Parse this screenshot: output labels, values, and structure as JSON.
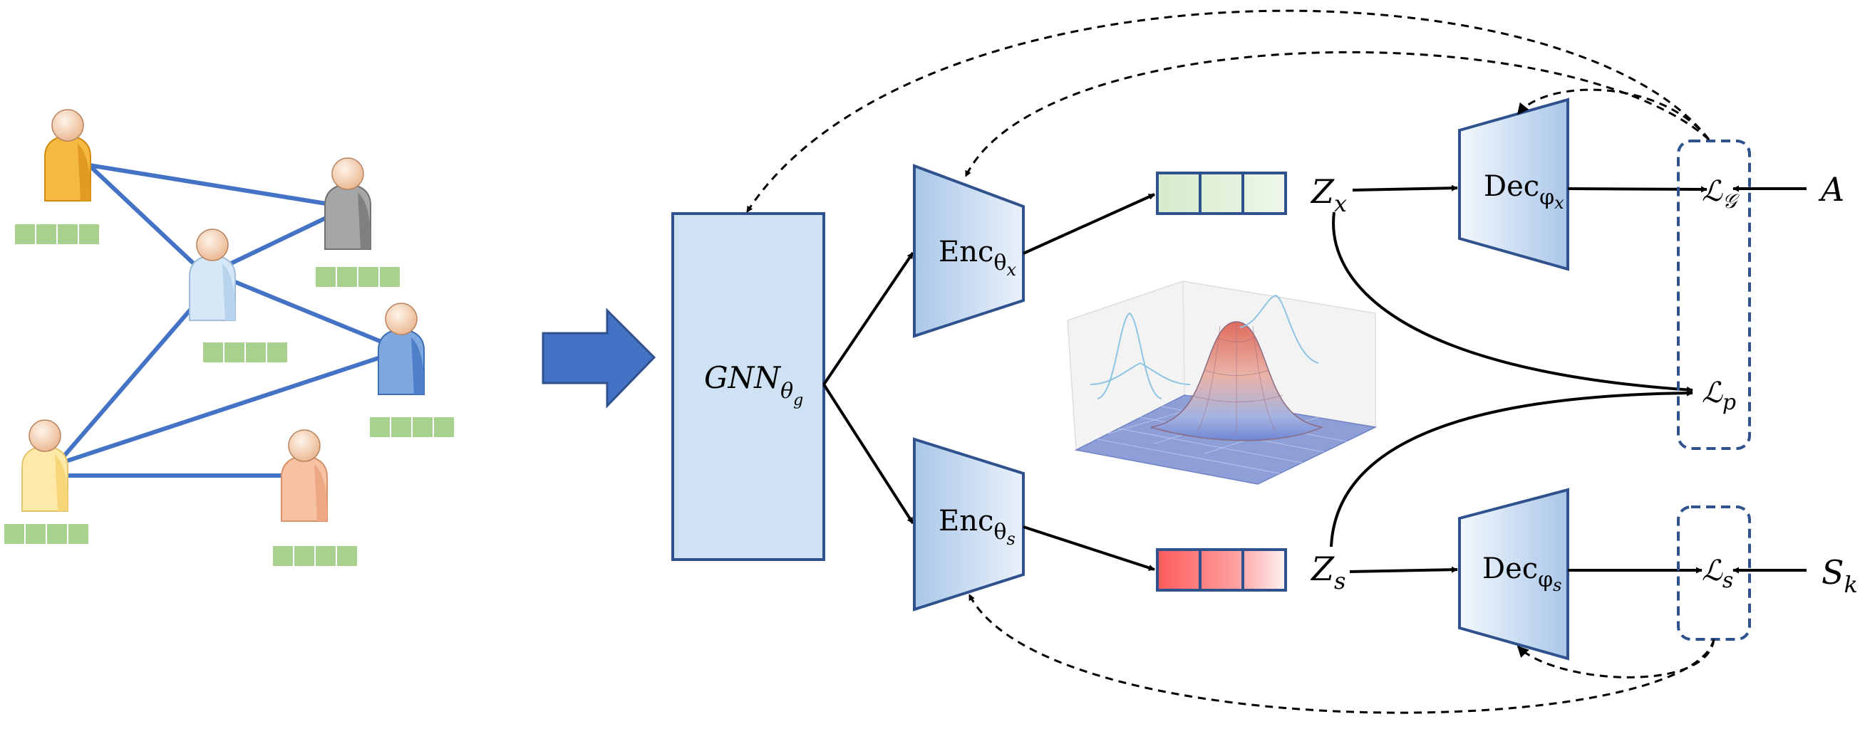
{
  "gnn": {
    "base": "GNN",
    "sub": "θ",
    "subsub": "g"
  },
  "enc_x": {
    "base": "Enc",
    "sub": "θ",
    "subsub": "x"
  },
  "enc_s": {
    "base": "Enc",
    "sub": "θ",
    "subsub": "s"
  },
  "dec_x": {
    "base": "Dec",
    "sub": "φ",
    "subsub": "x"
  },
  "dec_s": {
    "base": "Dec",
    "sub": "φ",
    "subsub": "s"
  },
  "z_x": {
    "base": "Z",
    "sub": "x"
  },
  "z_s": {
    "base": "Z",
    "sub": "s"
  },
  "loss_g": {
    "base": "ℒ",
    "sub": "𝒢"
  },
  "loss_p": {
    "base": "ℒ",
    "sub": "p"
  },
  "loss_s": {
    "base": "ℒ",
    "sub": "s"
  },
  "target_a": {
    "base": "A"
  },
  "target_s": {
    "base": "S",
    "sub": "k"
  },
  "colors": {
    "edge": "#4472C4",
    "block_fill": "#CFE2F3",
    "block_stroke": "#2F528F",
    "arrow_fill": "#4472C4",
    "feature_bar": "#A9D18E",
    "vector_green": "#E2F0D9",
    "vector_red": "#FF6B6B",
    "person_colors": [
      "#F5B942",
      "#9A9A9A",
      "#C9E2F5",
      "#6F9BDA",
      "#FFE699",
      "#F4B183"
    ]
  },
  "icons": [
    "person-icon",
    "gaussian-surface-icon",
    "block-arrow-icon"
  ]
}
